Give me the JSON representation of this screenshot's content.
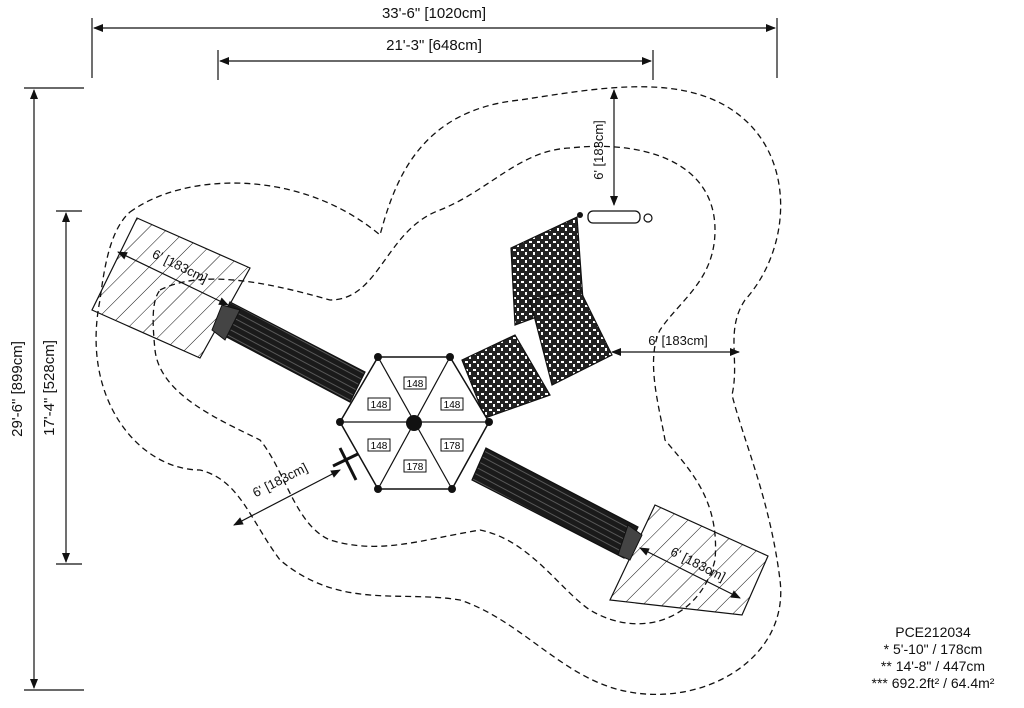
{
  "dimensions": {
    "overall_width": "33'-6\" [1020cm]",
    "inner_width": "21'-3\" [648cm]",
    "overall_height": "29'-6\" [899cm]",
    "inner_height": "17'-4\" [528cm]",
    "clearance_swing": "6' [183cm]",
    "clearance_side": "6' [183cm]",
    "clearance_slide_top": "6' [183cm]",
    "clearance_slide_bottom": "6' [183cm]",
    "clearance_left": "6' [183cm]"
  },
  "deck_labels": [
    "148",
    "148",
    "148",
    "148",
    "178",
    "178"
  ],
  "spec": {
    "model": "PCE212034",
    "line1": "* 5'-10\" / 178cm",
    "line2": "** 14'-8\" / 447cm",
    "line3": "*** 692.2ft² / 64.4m²"
  }
}
